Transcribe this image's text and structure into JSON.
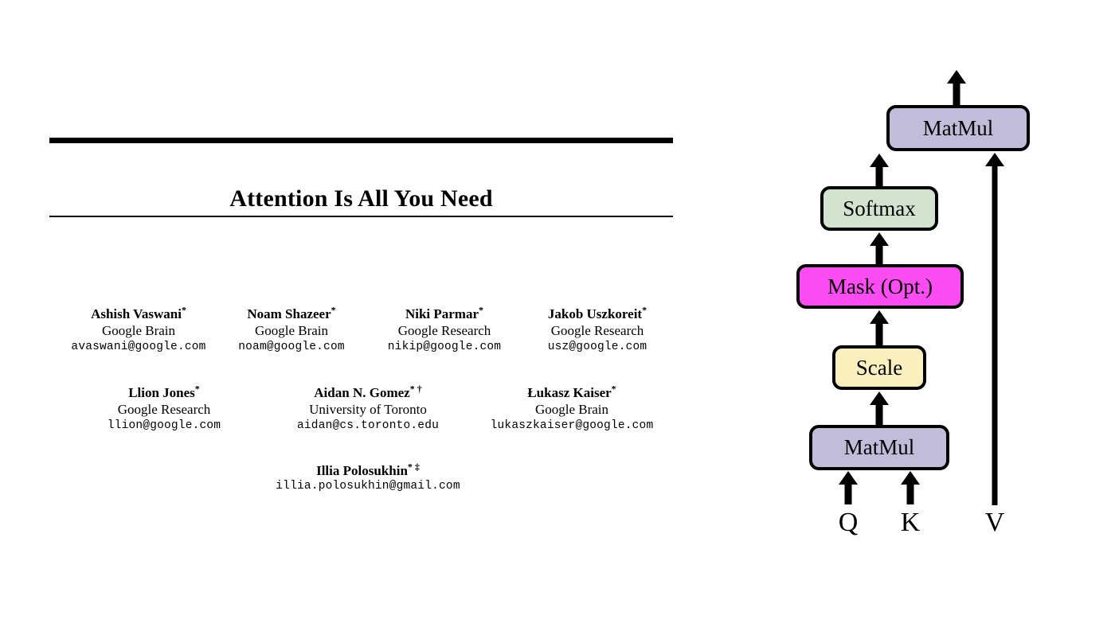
{
  "paper": {
    "title": "Attention Is All You Need",
    "author_rows": [
      [
        {
          "name": "Ashish Vaswani",
          "marks": "*",
          "affiliation": "Google Brain",
          "email": "avaswani@google.com"
        },
        {
          "name": "Noam Shazeer",
          "marks": "*",
          "affiliation": "Google Brain",
          "email": "noam@google.com"
        },
        {
          "name": "Niki Parmar",
          "marks": "*",
          "affiliation": "Google Research",
          "email": "nikip@google.com"
        },
        {
          "name": "Jakob Uszkoreit",
          "marks": "*",
          "affiliation": "Google Research",
          "email": "usz@google.com"
        }
      ],
      [
        {
          "name": "Llion Jones",
          "marks": "*",
          "affiliation": "Google Research",
          "email": "llion@google.com"
        },
        {
          "name": "Aidan N. Gomez",
          "marks": "* †",
          "affiliation": "University of Toronto",
          "email": "aidan@cs.toronto.edu"
        },
        {
          "name": "Łukasz Kaiser",
          "marks": "*",
          "affiliation": "Google Brain",
          "email": "lukaszkaiser@google.com"
        }
      ],
      [
        {
          "name": "Illia Polosukhin",
          "marks": "* ‡",
          "affiliation": "",
          "email": "illia.polosukhin@gmail.com"
        }
      ]
    ]
  },
  "diagram": {
    "title": "scaled-dot-product-attention",
    "nodes": [
      {
        "id": "matmul-top",
        "label": "MatMul",
        "color": "#c2bcdb"
      },
      {
        "id": "softmax",
        "label": "Softmax",
        "color": "#d3e3cf"
      },
      {
        "id": "mask",
        "label": "Mask (Opt.)",
        "color": "#fa4cf2"
      },
      {
        "id": "scale",
        "label": "Scale",
        "color": "#faf0bd"
      },
      {
        "id": "matmul-bottom",
        "label": "MatMul",
        "color": "#c2bcdb"
      }
    ],
    "inputs": [
      {
        "id": "q",
        "label": "Q"
      },
      {
        "id": "k",
        "label": "K"
      },
      {
        "id": "v",
        "label": "V"
      }
    ],
    "edge_color": "#000000"
  }
}
